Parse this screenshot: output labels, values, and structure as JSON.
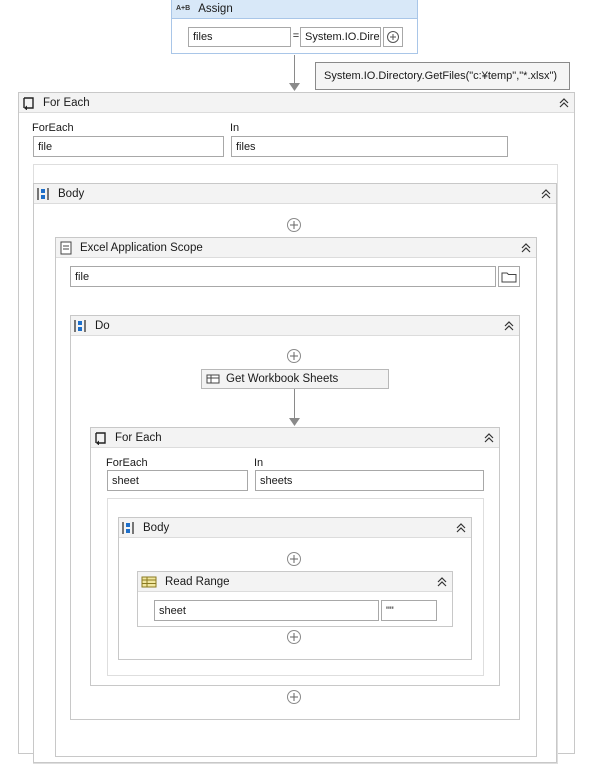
{
  "assign": {
    "title": "Assign",
    "icon": "assign-icon",
    "to_value": "files",
    "equals": "=",
    "value_value": "System.IO.Dire",
    "tooltip": "System.IO.Directory.GetFiles(\"c:¥temp\",\"*.xlsx\")"
  },
  "foreach_outer": {
    "title": "For Each",
    "foreach_label": "ForEach",
    "foreach_value": "file",
    "in_label": "In",
    "in_value": "files"
  },
  "body_outer": {
    "title": "Body"
  },
  "excel_scope": {
    "title": "Excel Application Scope",
    "path_value": "file"
  },
  "do": {
    "title": "Do"
  },
  "get_sheets": {
    "title": "Get Workbook Sheets"
  },
  "foreach_inner": {
    "title": "For Each",
    "foreach_label": "ForEach",
    "foreach_value": "sheet",
    "in_label": "In",
    "in_value": "sheets"
  },
  "body_inner": {
    "title": "Body"
  },
  "read_range": {
    "title": "Read Range",
    "sheet_value": "sheet",
    "range_value": "\"\""
  },
  "colors": {
    "header_bg": "#f3f3f3",
    "border": "#c8c8c8",
    "accent": "#1e6fc9"
  }
}
